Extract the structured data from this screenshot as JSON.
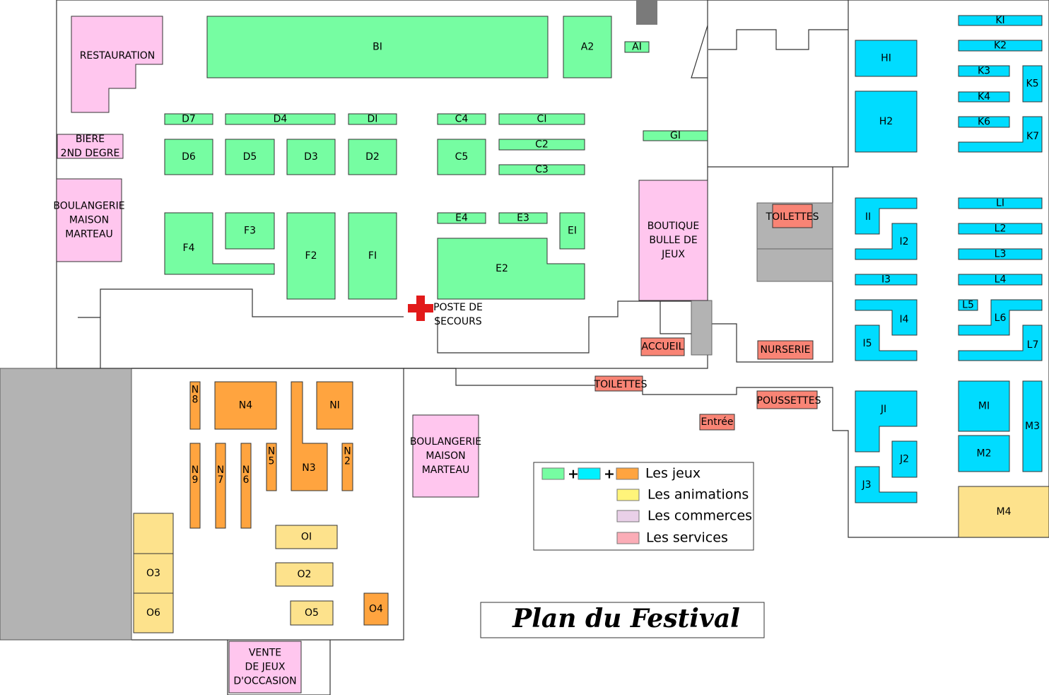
{
  "title": "Plan du Festival",
  "colors": {
    "jeux_green": "#76fda2",
    "jeux_cyan": "#00dcff",
    "jeux_orange": "#ffa43f",
    "animations": "#fde28c",
    "commerces": "#ffc6ee",
    "services": "#f98475",
    "gray": "#b3b3b3",
    "first_aid": "#e21a1a"
  },
  "legend": {
    "plus": "+",
    "items": [
      {
        "label": "Les jeux"
      },
      {
        "label": "Les animations",
        "color": "#fff47a"
      },
      {
        "label": "Les commerces",
        "color": "#e9d0e8"
      },
      {
        "label": "Les services",
        "color": "#fbadb7"
      }
    ]
  },
  "first_aid": {
    "line1": "POSTE DE",
    "line2": "SECOURS"
  },
  "booths": [
    {
      "id": "B1",
      "label": "BI",
      "cat": "jeux_green"
    },
    {
      "id": "A2",
      "label": "A2",
      "cat": "jeux_green"
    },
    {
      "id": "A1",
      "label": "AI",
      "cat": "jeux_green"
    },
    {
      "id": "D7",
      "label": "D7",
      "cat": "jeux_green"
    },
    {
      "id": "D4",
      "label": "D4",
      "cat": "jeux_green"
    },
    {
      "id": "D1",
      "label": "DI",
      "cat": "jeux_green"
    },
    {
      "id": "C4",
      "label": "C4",
      "cat": "jeux_green"
    },
    {
      "id": "C1",
      "label": "CI",
      "cat": "jeux_green"
    },
    {
      "id": "D6",
      "label": "D6",
      "cat": "jeux_green"
    },
    {
      "id": "D5",
      "label": "D5",
      "cat": "jeux_green"
    },
    {
      "id": "D3",
      "label": "D3",
      "cat": "jeux_green"
    },
    {
      "id": "D2",
      "label": "D2",
      "cat": "jeux_green"
    },
    {
      "id": "C5",
      "label": "C5",
      "cat": "jeux_green"
    },
    {
      "id": "C2",
      "label": "C2",
      "cat": "jeux_green"
    },
    {
      "id": "C3",
      "label": "C3",
      "cat": "jeux_green"
    },
    {
      "id": "G1",
      "label": "GI",
      "cat": "jeux_green"
    },
    {
      "id": "F4",
      "label": "F4",
      "cat": "jeux_green"
    },
    {
      "id": "F3",
      "label": "F3",
      "cat": "jeux_green"
    },
    {
      "id": "F2",
      "label": "F2",
      "cat": "jeux_green"
    },
    {
      "id": "F1",
      "label": "FI",
      "cat": "jeux_green"
    },
    {
      "id": "E4",
      "label": "E4",
      "cat": "jeux_green"
    },
    {
      "id": "E3",
      "label": "E3",
      "cat": "jeux_green"
    },
    {
      "id": "E1",
      "label": "EI",
      "cat": "jeux_green"
    },
    {
      "id": "E2",
      "label": "E2",
      "cat": "jeux_green"
    },
    {
      "id": "H1",
      "label": "HI",
      "cat": "jeux_cyan"
    },
    {
      "id": "H2",
      "label": "H2",
      "cat": "jeux_cyan"
    },
    {
      "id": "K1",
      "label": "KI",
      "cat": "jeux_cyan"
    },
    {
      "id": "K2",
      "label": "K2",
      "cat": "jeux_cyan"
    },
    {
      "id": "K3",
      "label": "K3",
      "cat": "jeux_cyan"
    },
    {
      "id": "K4",
      "label": "K4",
      "cat": "jeux_cyan"
    },
    {
      "id": "K5",
      "label": "K5",
      "cat": "jeux_cyan"
    },
    {
      "id": "K6",
      "label": "K6",
      "cat": "jeux_cyan"
    },
    {
      "id": "K7",
      "label": "K7",
      "cat": "jeux_cyan"
    },
    {
      "id": "I1",
      "label": "II",
      "cat": "jeux_cyan"
    },
    {
      "id": "I2",
      "label": "I2",
      "cat": "jeux_cyan"
    },
    {
      "id": "I3",
      "label": "I3",
      "cat": "jeux_cyan"
    },
    {
      "id": "I4",
      "label": "I4",
      "cat": "jeux_cyan"
    },
    {
      "id": "I5",
      "label": "I5",
      "cat": "jeux_cyan"
    },
    {
      "id": "L1",
      "label": "LI",
      "cat": "jeux_cyan"
    },
    {
      "id": "L2",
      "label": "L2",
      "cat": "jeux_cyan"
    },
    {
      "id": "L3",
      "label": "L3",
      "cat": "jeux_cyan"
    },
    {
      "id": "L4",
      "label": "L4",
      "cat": "jeux_cyan"
    },
    {
      "id": "L5",
      "label": "L5",
      "cat": "jeux_cyan"
    },
    {
      "id": "L6",
      "label": "L6",
      "cat": "jeux_cyan"
    },
    {
      "id": "L7",
      "label": "L7",
      "cat": "jeux_cyan"
    },
    {
      "id": "J1",
      "label": "JI",
      "cat": "jeux_cyan"
    },
    {
      "id": "J2",
      "label": "J2",
      "cat": "jeux_cyan"
    },
    {
      "id": "J3",
      "label": "J3",
      "cat": "jeux_cyan"
    },
    {
      "id": "M1",
      "label": "MI",
      "cat": "jeux_cyan"
    },
    {
      "id": "M2",
      "label": "M2",
      "cat": "jeux_cyan"
    },
    {
      "id": "M3",
      "label": "M3",
      "cat": "jeux_cyan"
    },
    {
      "id": "M4",
      "label": "M4",
      "cat": "animations"
    },
    {
      "id": "N8",
      "label": "N8",
      "cat": "jeux_orange"
    },
    {
      "id": "N4",
      "label": "N4",
      "cat": "jeux_orange"
    },
    {
      "id": "N1",
      "label": "NI",
      "cat": "jeux_orange"
    },
    {
      "id": "N3",
      "label": "N3",
      "cat": "jeux_orange"
    },
    {
      "id": "N9",
      "label": "N9",
      "cat": "jeux_orange"
    },
    {
      "id": "N7",
      "label": "N7",
      "cat": "jeux_orange"
    },
    {
      "id": "N6",
      "label": "N6",
      "cat": "jeux_orange"
    },
    {
      "id": "N5",
      "label": "N5",
      "cat": "jeux_orange"
    },
    {
      "id": "N2",
      "label": "N2",
      "cat": "jeux_orange"
    },
    {
      "id": "O4",
      "label": "O4",
      "cat": "jeux_orange"
    },
    {
      "id": "O1",
      "label": "OI",
      "cat": "animations"
    },
    {
      "id": "O2",
      "label": "O2",
      "cat": "animations"
    },
    {
      "id": "O5",
      "label": "O5",
      "cat": "animations"
    },
    {
      "id": "OX",
      "label": "",
      "cat": "animations"
    },
    {
      "id": "O3",
      "label": "O3",
      "cat": "animations"
    },
    {
      "id": "O6",
      "label": "O6",
      "cat": "animations"
    },
    {
      "id": "REST",
      "label": "RESTAURATION",
      "cat": "commerces"
    },
    {
      "id": "BIERE",
      "label": "BIERE|2ND DEGRE",
      "cat": "commerces"
    },
    {
      "id": "BOUL1",
      "label": "BOULANGERIE|MAISON|MARTEAU",
      "cat": "commerces"
    },
    {
      "id": "BOUTIQUE",
      "label": "BOUTIQUE|BULLE DE|JEUX",
      "cat": "commerces"
    },
    {
      "id": "BOUL2",
      "label": "BOULANGERIE|MAISON|MARTEAU",
      "cat": "commerces"
    },
    {
      "id": "VENTE",
      "label": "VENTE|DE JEUX|D'OCCASION",
      "cat": "commerces"
    },
    {
      "id": "TOIL1",
      "label": "TOILETTES",
      "cat": "services"
    },
    {
      "id": "NURS",
      "label": "NURSERIE",
      "cat": "services"
    },
    {
      "id": "ACC",
      "label": "ACCUEIL",
      "cat": "services"
    },
    {
      "id": "TOIL2",
      "label": "TOILETTES",
      "cat": "services"
    },
    {
      "id": "POUS",
      "label": "POUSSETTES",
      "cat": "services"
    },
    {
      "id": "ENTREE",
      "label": "Entrée",
      "cat": "services"
    }
  ]
}
